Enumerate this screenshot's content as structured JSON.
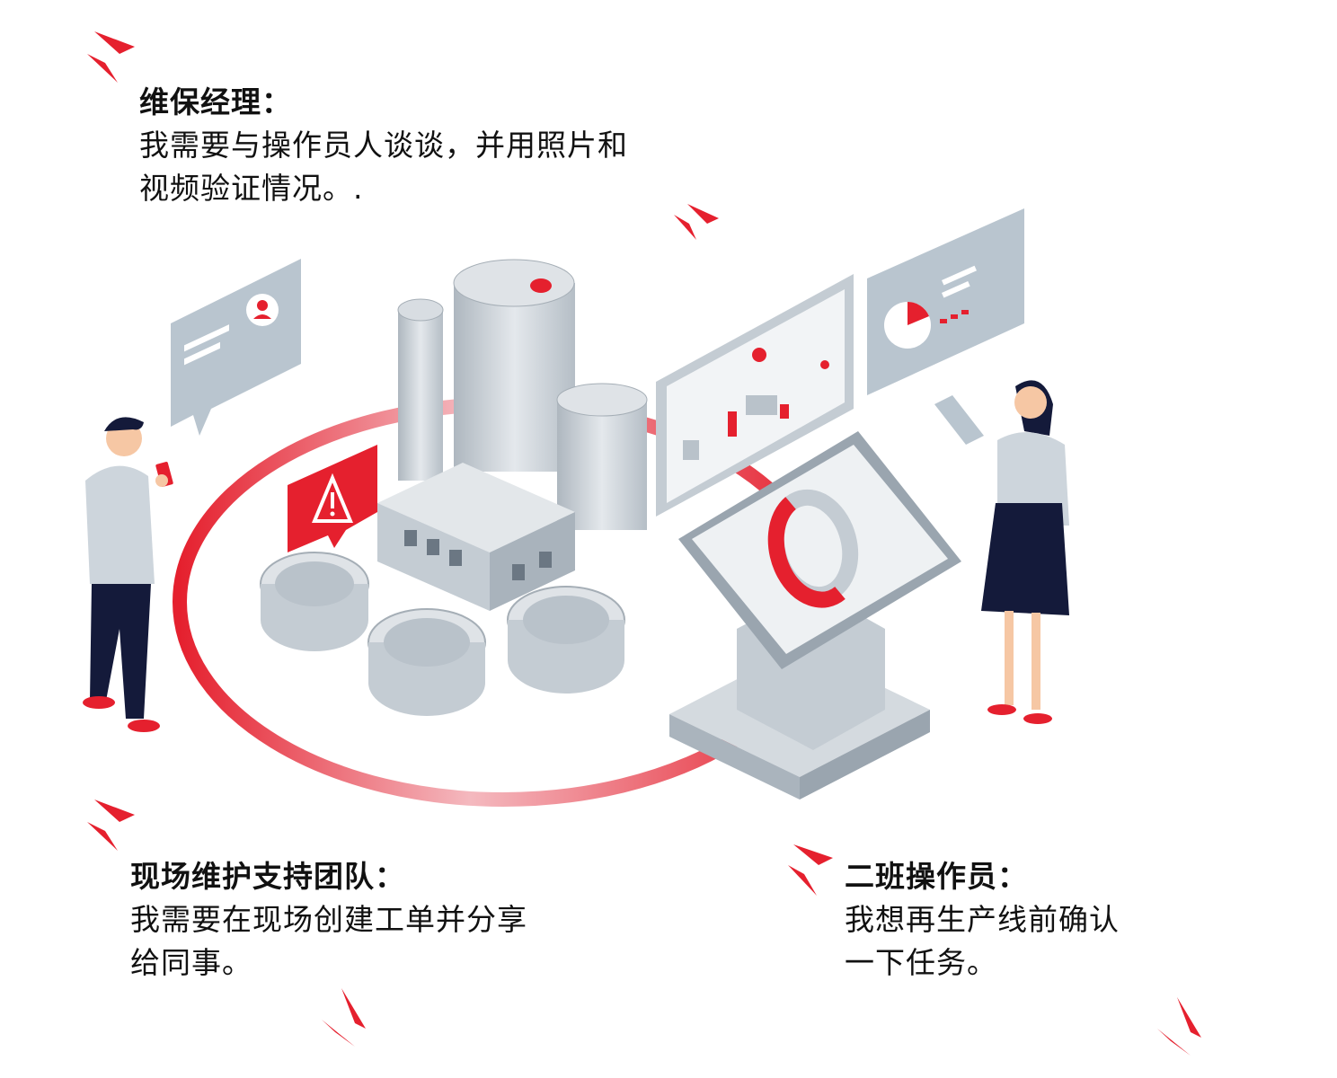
{
  "quotes": {
    "maintenance_manager": {
      "role": "维保经理：",
      "lines": [
        "我需要与操作员人谈谈，并用照片和",
        "视频验证情况。."
      ]
    },
    "field_support": {
      "role": "现场维护支持团队：",
      "lines": [
        "我需要在现场创建工单并分享",
        "给同事。"
      ]
    },
    "second_shift": {
      "role": "二班操作员：",
      "lines": [
        "我想再生产线前确认",
        "一下任务。"
      ]
    }
  },
  "icons": [
    "warning-icon",
    "user-icon",
    "pie-chart-icon",
    "smartphone-icon",
    "tablet-icon"
  ],
  "colors": {
    "accent": "#e5202e",
    "panel": "#b9c5cf",
    "steel": "#cdd4da",
    "dark_navy": "#141a3a"
  }
}
